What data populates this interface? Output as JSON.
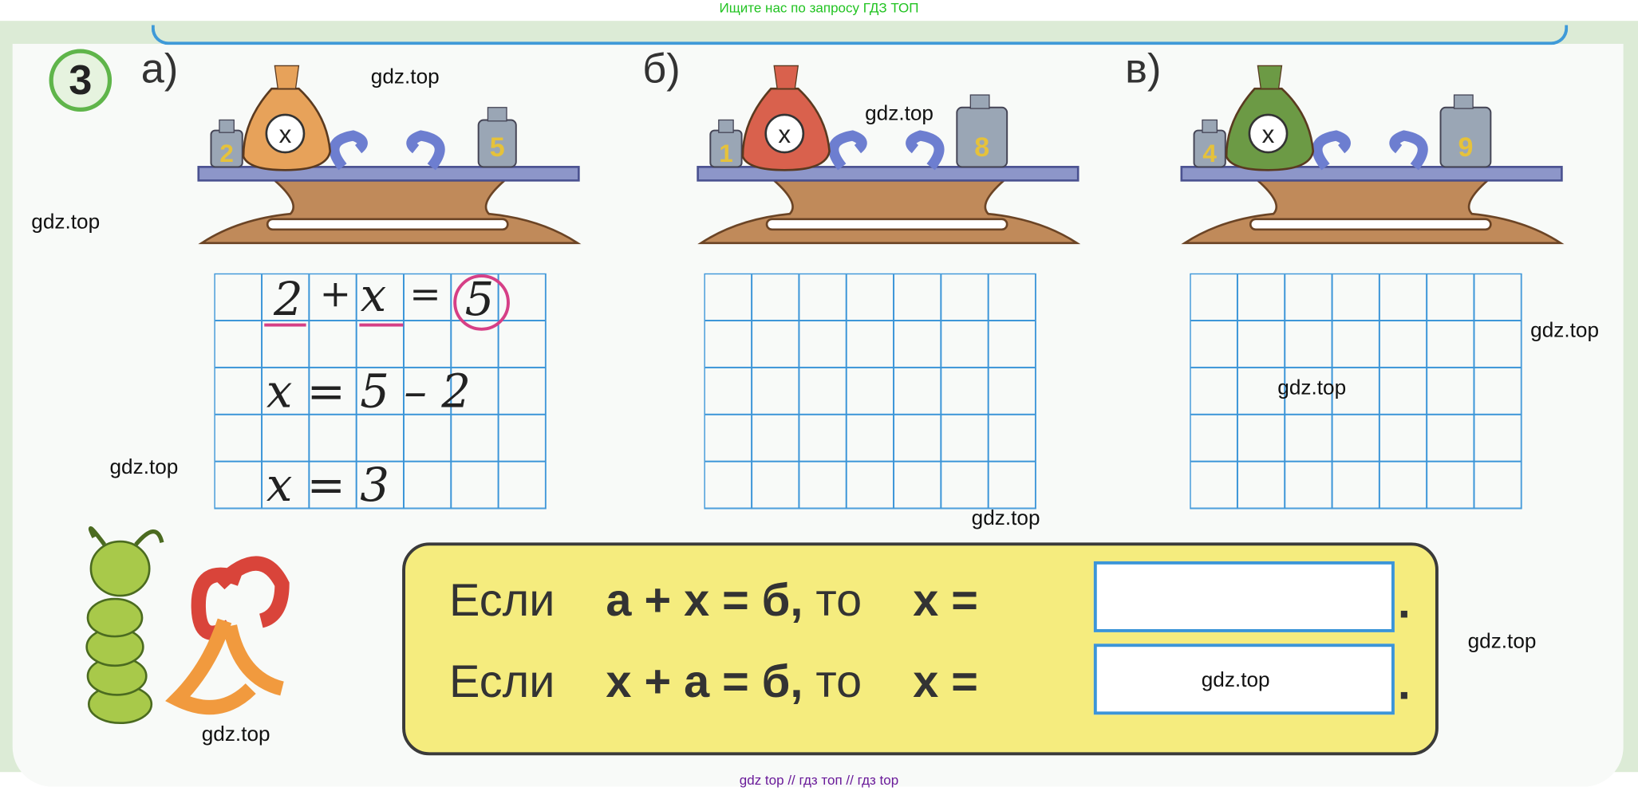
{
  "top_banner": "Ищите нас по запросу ГДЗ ТОП",
  "bottom_banner": "gdz top  //  гдз топ  //  гдз top",
  "exercise_number": "3",
  "parts": [
    {
      "label": "а)",
      "bag_label": "x",
      "left_weight": "2",
      "right_weight": "5",
      "bag_color": "#e7a25a"
    },
    {
      "label": "б)",
      "bag_label": "x",
      "left_weight": "1",
      "right_weight": "8",
      "bag_color": "#d9614d"
    },
    {
      "label": "в)",
      "bag_label": "x",
      "left_weight": "4",
      "right_weight": "9",
      "bag_color": "#6c9a45"
    }
  ],
  "solution_a": {
    "line1": {
      "a": "2",
      "plus": "+",
      "x": "x",
      "eq": "=",
      "b": "5"
    },
    "line2": "x = 5 – 2",
    "line3": "x = 3"
  },
  "rules": [
    {
      "if": "Если",
      "expr": "а + х = б,",
      "then": "то",
      "x": "х =",
      "answer": "",
      "dot": "."
    },
    {
      "if": "Если",
      "expr": "х + а = б,",
      "then": "то",
      "x": "х =",
      "answer": "",
      "dot": "."
    }
  ],
  "watermarks": [
    "gdz.top",
    "gdz.top",
    "gdz.top",
    "gdz.top",
    "gdz.top",
    "gdz.top",
    "gdz.top",
    "gdz.top",
    "gdz.top",
    "gdz.top"
  ]
}
